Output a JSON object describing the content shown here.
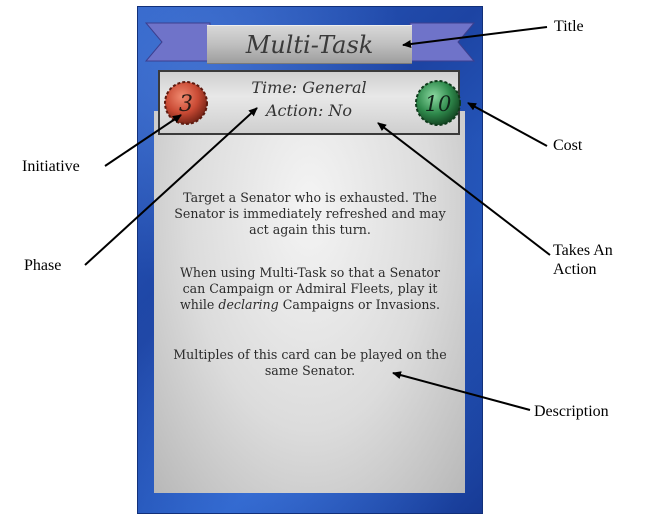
{
  "card": {
    "title": "Multi-Task",
    "initiative": "3",
    "cost": "10",
    "phase_line": "Time: General",
    "action_line": "Action: No",
    "description": {
      "p1": [
        "Target a Senator who is exhausted. The",
        "Senator is immediately refreshed and may",
        "act again this turn."
      ],
      "p2a": "When using Multi-Task so that a Senator",
      "p2b": "can Campaign or Admiral Fleets, play it",
      "p2c_before": "while ",
      "p2c_italic": "declaring",
      "p2c_after": " Campaigns or Invasions.",
      "p3": [
        "Multiples of this card can be played on the",
        "same Senator."
      ]
    }
  },
  "callouts": {
    "title": "Title",
    "initiative": "Initiative",
    "cost": "Cost",
    "phase": "Phase",
    "takes_action": [
      "Takes An",
      "Action"
    ],
    "description": "Description"
  },
  "colors": {
    "card_border_blue": "#1d44a3",
    "initiative_token": "#c94a34",
    "cost_token": "#2f8a4c",
    "ribbon": "#6f73c9"
  }
}
